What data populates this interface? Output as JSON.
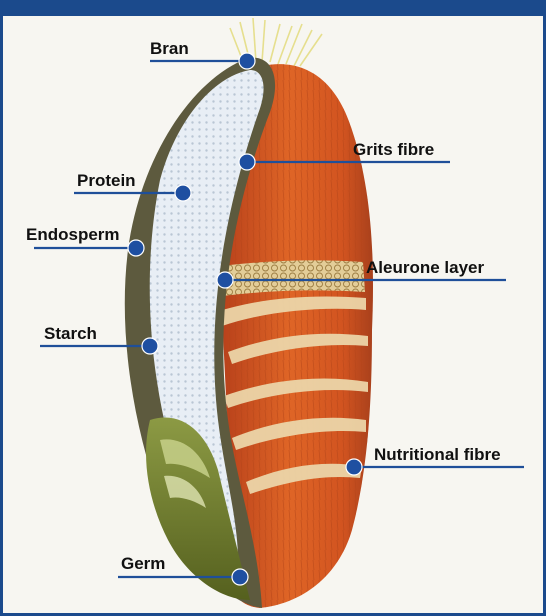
{
  "labels": {
    "bran": "Bran",
    "grits_fibre": "Grits fibre",
    "protein": "Protein",
    "endosperm": "Endosperm",
    "aleurone_layer": "Aleurone layer",
    "starch": "Starch",
    "nutritional_fibre": "Nutritional fibre",
    "germ": "Germ"
  },
  "colors": {
    "frame": "#1b4a8c",
    "marker": "#1e4fa1",
    "outer_fibre": "#d0531f",
    "starch_fill": "#e4ebf3",
    "germ": "#6f7f2c",
    "aleurone": "#e9d2a4"
  }
}
